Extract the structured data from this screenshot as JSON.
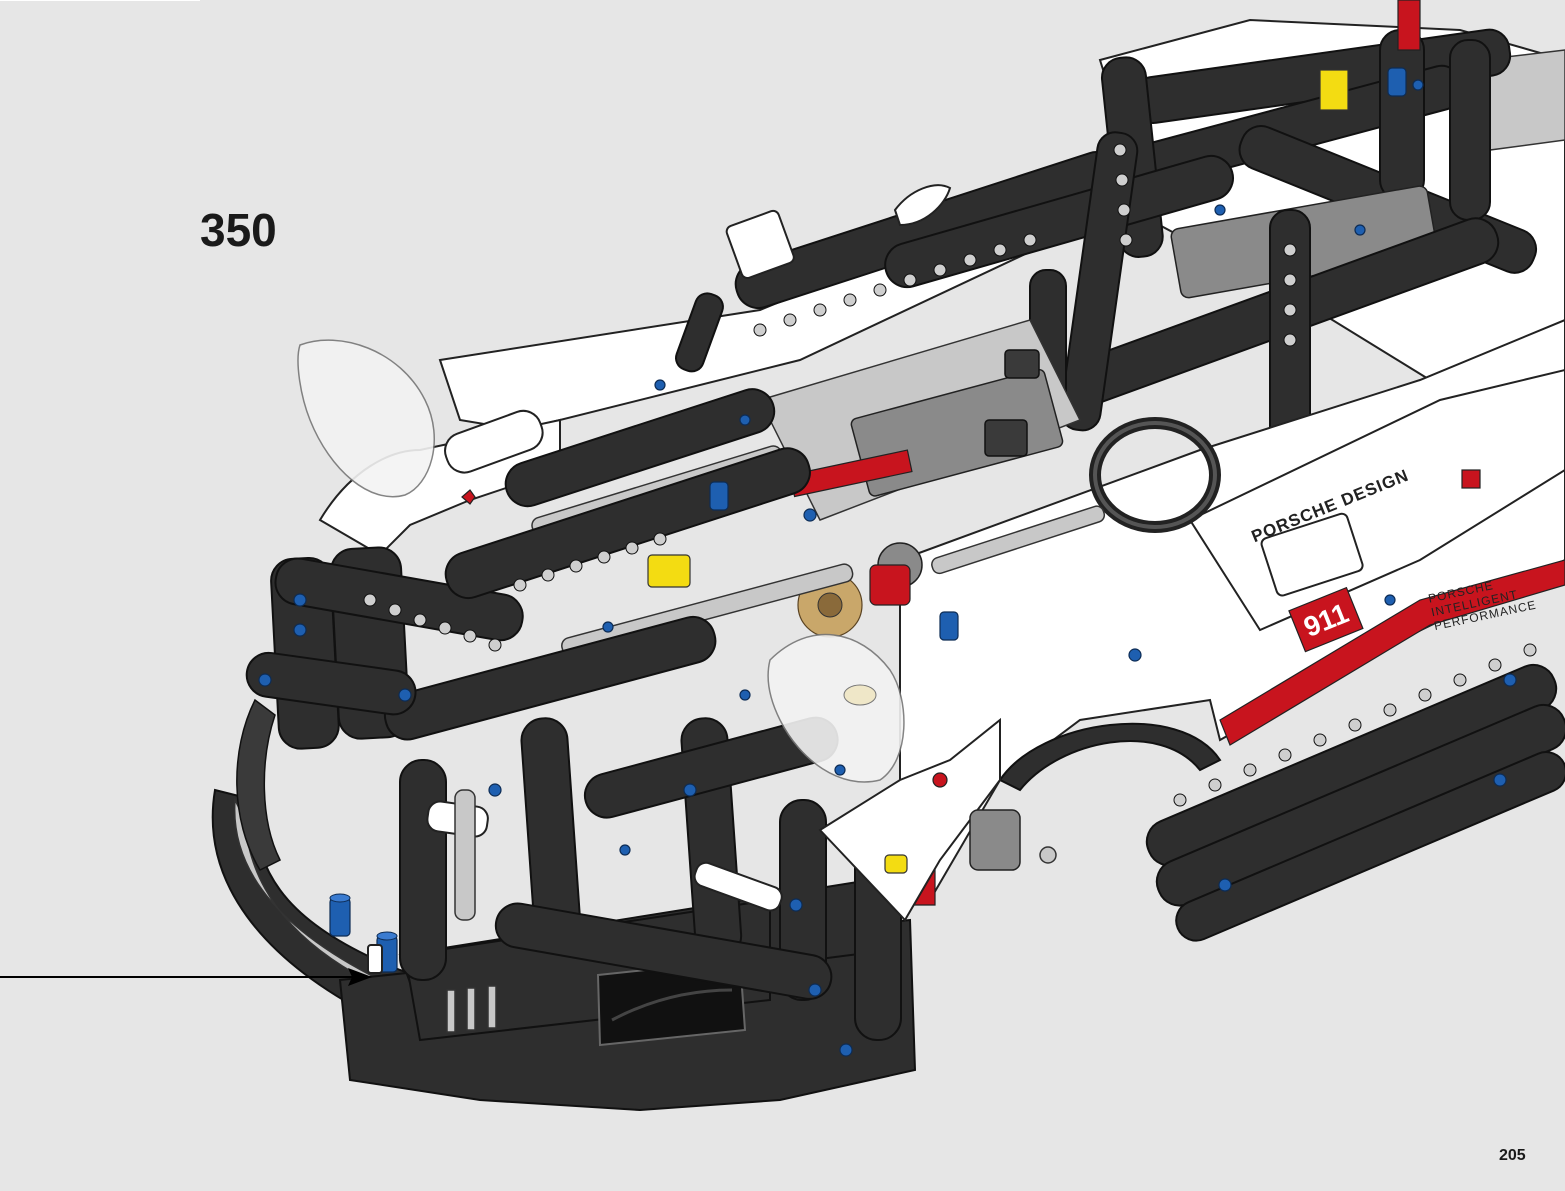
{
  "step": {
    "number": "350"
  },
  "page": {
    "number": "205"
  },
  "model_decals": {
    "race_number": "911",
    "sponsor_line_1": "PORSCHE DESIGN",
    "sponsor_line_2": "PORSCHE",
    "sponsor_line_3": "INTELLIGENT",
    "sponsor_line_4": "PERFORMANCE"
  },
  "colors": {
    "background": "#e6e6e6",
    "brick_black": "#2e2e2e",
    "brick_gray": "#8a8a8a",
    "brick_white": "#ffffff",
    "accent_red": "#c8141e",
    "accent_yellow": "#f3dc12",
    "pin_blue": "#1e5fb0",
    "callout_arrow": "#000000"
  }
}
